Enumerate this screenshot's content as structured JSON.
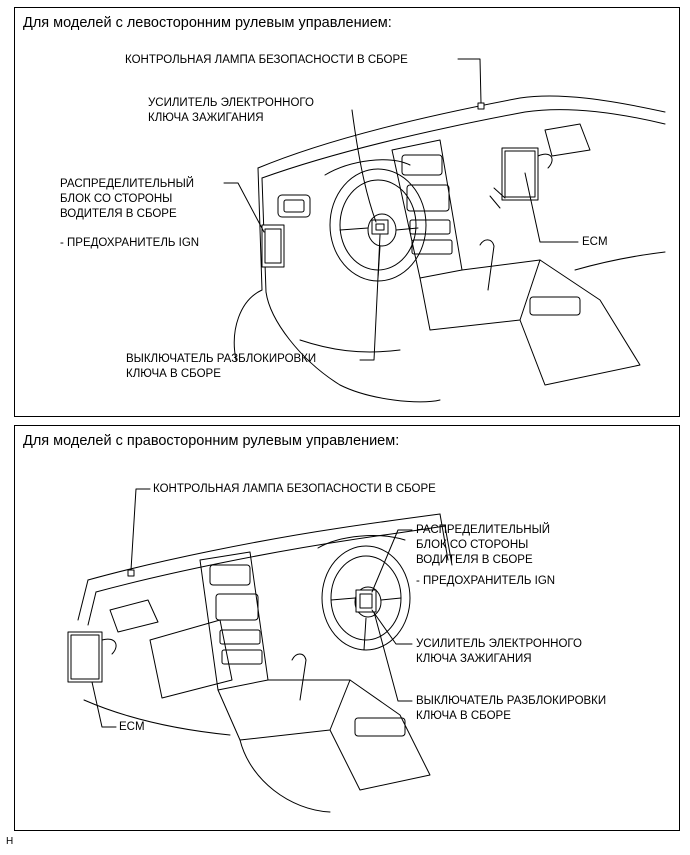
{
  "lhd": {
    "title": "Для моделей с левосторонним рулевым управлением:",
    "security_indicator": "КОНТРОЛЬНАЯ ЛАМПА БЕЗОПАСНОСТИ В СБОРЕ",
    "key_amplifier_l1": "УСИЛИТЕЛЬ ЭЛЕКТРОННОГО",
    "key_amplifier_l2": "КЛЮЧА ЗАЖИГАНИЯ",
    "junction_block_l1": "РАСПРЕДЕЛИТЕЛЬНЫЙ",
    "junction_block_l2": "БЛОК СО СТОРОНЫ",
    "junction_block_l3": "ВОДИТЕЛЯ В СБОРЕ",
    "fuse": "- ПРЕДОХРАНИТЕЛЬ IGN",
    "ecm": "ECM",
    "unlock_switch_l1": "ВЫКЛЮЧАТЕЛЬ РАЗБЛОКИРОВКИ",
    "unlock_switch_l2": "КЛЮЧА В СБОРЕ"
  },
  "rhd": {
    "title": "Для моделей с правосторонним рулевым управлением:",
    "security_indicator": "КОНТРОЛЬНАЯ ЛАМПА БЕЗОПАСНОСТИ В СБОРЕ",
    "junction_block_l1": "РАСПРЕДЕЛИТЕЛЬНЫЙ",
    "junction_block_l2": "БЛОК СО СТОРОНЫ",
    "junction_block_l3": "ВОДИТЕЛЯ В СБОРЕ",
    "fuse": "- ПРЕДОХРАНИТЕЛЬ IGN",
    "key_amplifier_l1": "УСИЛИТЕЛЬ ЭЛЕКТРОННОГО",
    "key_amplifier_l2": "КЛЮЧА ЗАЖИГАНИЯ",
    "unlock_switch_l1": "ВЫКЛЮЧАТЕЛЬ РАЗБЛОКИРОВКИ",
    "unlock_switch_l2": "КЛЮЧА В СБОРЕ",
    "ecm": "ECM"
  },
  "footer_code": "H"
}
